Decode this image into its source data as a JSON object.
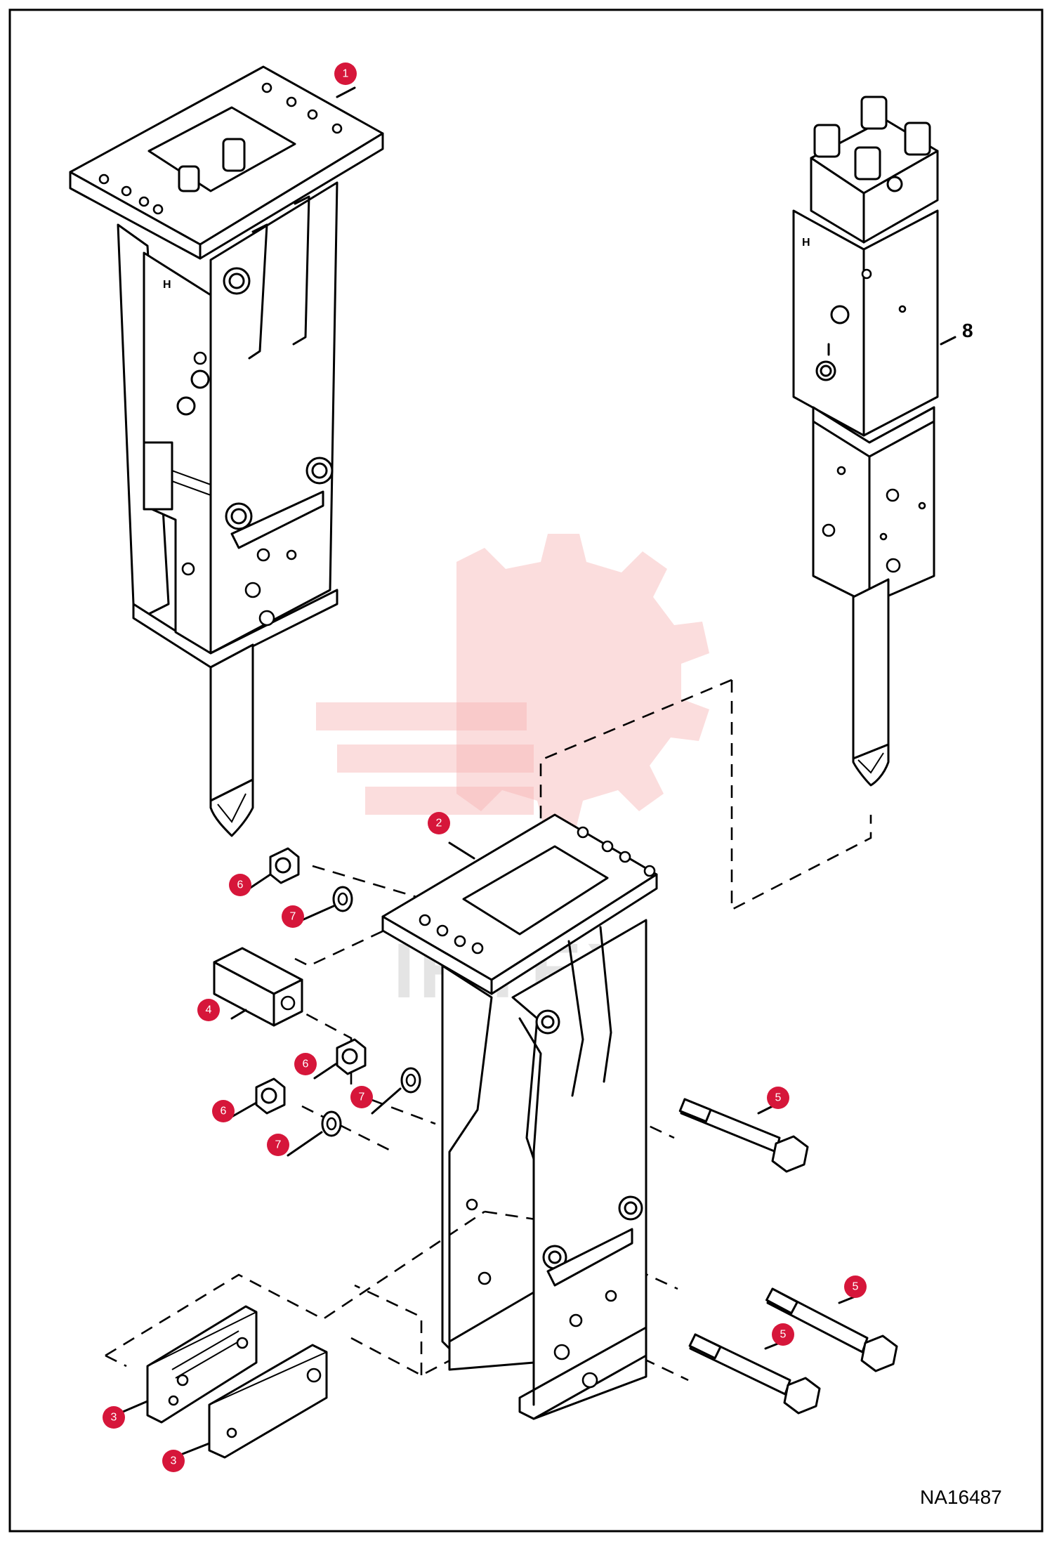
{
  "figure_code": "NA16487",
  "watermark": {
    "text": "IHTEX"
  },
  "callouts": [
    {
      "id": "1"
    },
    {
      "id": "2"
    },
    {
      "id": "3"
    },
    {
      "id": "4"
    },
    {
      "id": "5"
    },
    {
      "id": "6"
    },
    {
      "id": "7"
    }
  ],
  "plain_labels": {
    "item8": "8"
  },
  "body_marks": {
    "letter": "H"
  },
  "colors": {
    "callout": "#d6163a",
    "watermark": "#f6b3b3"
  }
}
